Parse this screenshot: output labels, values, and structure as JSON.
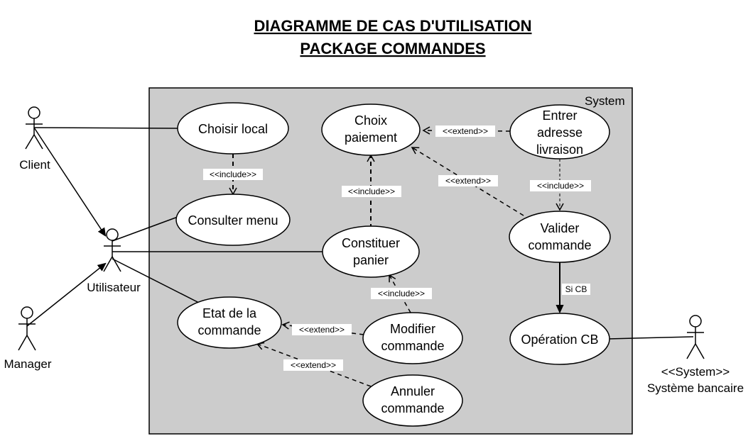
{
  "title": {
    "line1": "DIAGRAMME DE CAS D'UTILISATION",
    "line2": "PACKAGE COMMANDES"
  },
  "system": {
    "label": "System"
  },
  "actors": {
    "client": "Client",
    "utilisateur": "Utilisateur",
    "manager": "Manager",
    "banque_stereotype": "<<System>>",
    "banque": "Système bancaire"
  },
  "use_cases": {
    "choisir_local": [
      "Choisir local"
    ],
    "consulter_menu": [
      "Consulter menu"
    ],
    "choix_paiement": [
      "Choix",
      "paiement"
    ],
    "entrer_adresse": [
      "Entrer",
      "adresse",
      "livraison"
    ],
    "constituer_panier": [
      "Constituer",
      "panier"
    ],
    "valider_commande": [
      "Valider",
      "commande"
    ],
    "etat_commande": [
      "Etat de la",
      "commande"
    ],
    "modifier_commande": [
      "Modifier",
      "commande"
    ],
    "annuler_commande": [
      "Annuler",
      "commande"
    ],
    "operation_cb": [
      "Opération CB"
    ]
  },
  "relations": {
    "include": "<<include>>",
    "extend": "<<extend>>",
    "si_cb": "Si CB"
  },
  "colors": {
    "system_fill": "#cccccc",
    "stroke": "#000000",
    "usecase_fill": "#ffffff"
  }
}
